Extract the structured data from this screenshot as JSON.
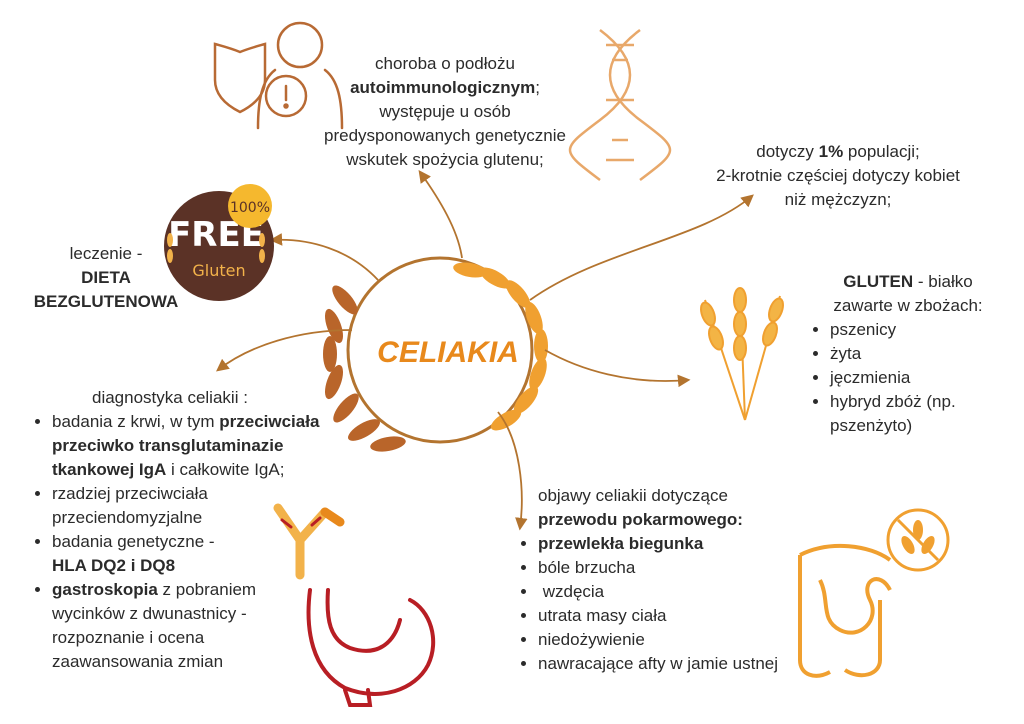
{
  "center_label": "CELIAKIA",
  "logo": {
    "free": "FREE",
    "gluten": "Gluten",
    "badge": "100%"
  },
  "nodes": {
    "autoimmune": {
      "line1": "choroba o podłożu",
      "line2_bold": "autoimmunologicznym",
      "line2_tail": ";",
      "line3": "występuje u osób",
      "line4": "predysponowanych genetycznie",
      "line5": "wskutek spożycia glutenu;"
    },
    "population": {
      "line1_pre": "dotyczy ",
      "line1_bold": "1%",
      "line1_post": " populacji;",
      "line2": "2-krotnie częściej dotyczy kobiet",
      "line3": "niż mężczyzn;"
    },
    "treatment": {
      "line1": "leczenie -",
      "line2": "DIETA",
      "line3": "BEZGLUTENOWA"
    },
    "gluten": {
      "title_bold": "GLUTEN",
      "title_rest": " - białko",
      "line2": "zawarte w zbożach:",
      "items": [
        "pszenicy",
        "żyta",
        "jęczmienia",
        "hybryd zbóż (np. pszenżyto)"
      ]
    },
    "diagnostics": {
      "title": "diagnostyka celiakii :",
      "item1_pre": "badania z krwi, w tym",
      "item1_bold": "przeciwciała przeciwko transglutaminazie tkankowej IgA",
      "item1_post": "i całkowite IgA;",
      "item2": "rzadziej przeciwciała przeciendomyzjalne",
      "item3_pre": "badania genetyczne -",
      "item3_bold": "HLA DQ2 i DQ8",
      "item4_bold": "gastroskopia",
      "item4_post": " z pobraniem wycinków z dwunastnicy - rozpoznanie i ocena zaawansowania zmian"
    },
    "symptoms": {
      "title": "objawy celiakii dotyczące",
      "title_bold": "przewodu pokarmowego:",
      "item1_bold": "przewlekła biegunka",
      "items": [
        "bóle brzucha",
        " wzdęcia",
        "utrata masy ciała",
        "niedożywienie",
        "nawracające afty w jamie ustnej"
      ]
    }
  },
  "colors": {
    "arrow": "#b3742f",
    "orange": "#e8891c",
    "brown": "#a0602a",
    "lightorange": "#f2b24a",
    "red": "#b81e24",
    "logo_bg": "#5b3226",
    "badge": "#f5b82e"
  }
}
